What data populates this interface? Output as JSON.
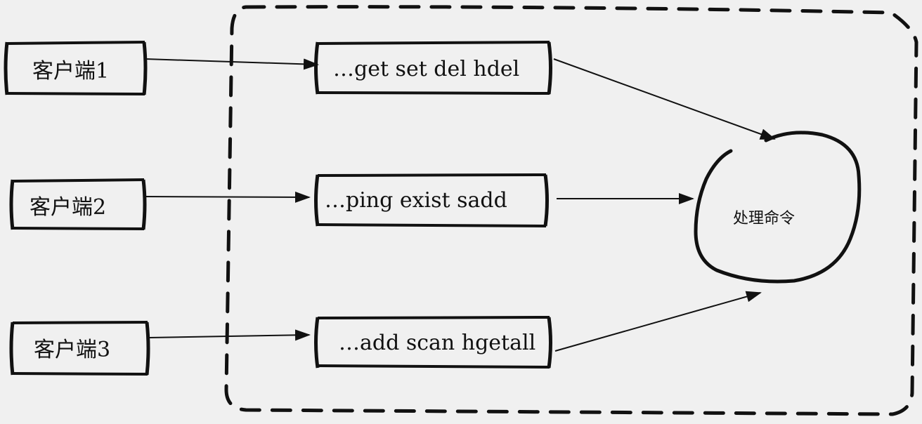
{
  "clients": [
    {
      "label": "客户端1"
    },
    {
      "label": "客户端2"
    },
    {
      "label": "客户端3"
    }
  ],
  "queues": [
    {
      "label": "…get set del hdel"
    },
    {
      "label": "…ping exist sadd"
    },
    {
      "label": "…add scan hgetall"
    }
  ],
  "processor": {
    "label": "处理命令"
  },
  "colors": {
    "background": "#f0f0f0",
    "stroke": "#111111"
  }
}
